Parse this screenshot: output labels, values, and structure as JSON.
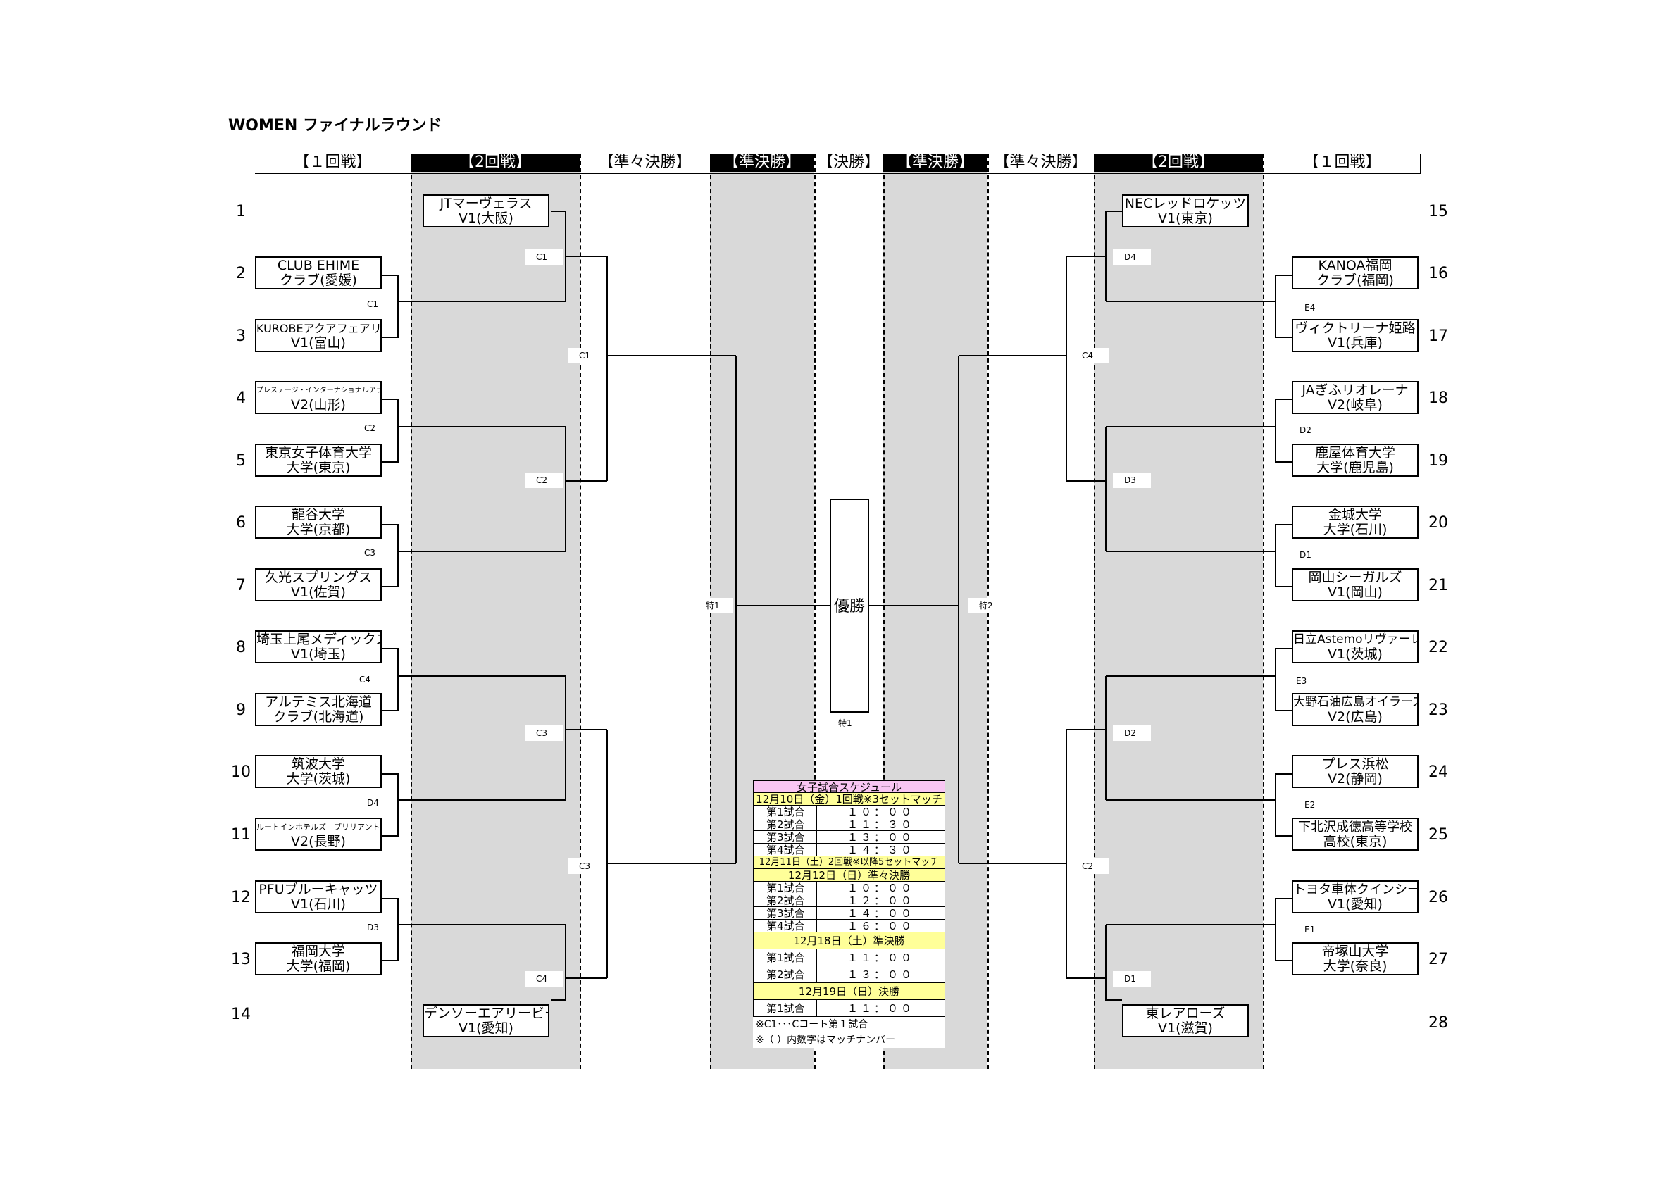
{
  "title": "WOMEN ファイナルラウンド",
  "headers": {
    "r1_left": "【１回戦】",
    "r2_left": "【2回戦】",
    "qf_left": "【準々決勝】",
    "sf_left": "【準決勝】",
    "final": "【決勝】",
    "sf_right": "【準決勝】",
    "qf_right": "【準々決勝】",
    "r2_right": "【2回戦】",
    "r1_right": "【１回戦】"
  },
  "numbers": [
    "1",
    "2",
    "3",
    "4",
    "5",
    "6",
    "7",
    "8",
    "9",
    "10",
    "11",
    "12",
    "13",
    "14",
    "15",
    "16",
    "17",
    "18",
    "19",
    "20",
    "21",
    "22",
    "23",
    "24",
    "25",
    "26",
    "27",
    "28"
  ],
  "teams": {
    "t1": [
      "JTマーヴェラス",
      "V1(大阪)"
    ],
    "t2": [
      "CLUB EHIME",
      "クラブ(愛媛)"
    ],
    "t3": [
      "KUROBEアクアフェアリーズ",
      "V1(富山)"
    ],
    "t4": [
      "プレステージ・インターナショナルアランマーレ",
      "V2(山形)"
    ],
    "t5": [
      "東京女子体育大学",
      "大学(東京)"
    ],
    "t6": [
      "龍谷大学",
      "大学(京都)"
    ],
    "t7": [
      "久光スプリングス",
      "V1(佐賀)"
    ],
    "t8": [
      "埼玉上尾メディックス",
      "V1(埼玉)"
    ],
    "t9": [
      "アルテミス北海道",
      "クラブ(北海道)"
    ],
    "t10": [
      "筑波大学",
      "大学(茨城)"
    ],
    "t11": [
      "ルートインホテルズ　ブリリアントアリーズ",
      "V2(長野)"
    ],
    "t12": [
      "PFUブルーキャッツ",
      "V1(石川)"
    ],
    "t13": [
      "福岡大学",
      "大学(福岡)"
    ],
    "t14": [
      "デンソーエアリービーズ",
      "V1(愛知)"
    ],
    "t15": [
      "NECレッドロケッツ",
      "V1(東京)"
    ],
    "t16": [
      "KANOA福岡",
      "クラブ(福岡)"
    ],
    "t17": [
      "ヴィクトリーナ姫路",
      "V1(兵庫)"
    ],
    "t18": [
      "JAぎふリオレーナ",
      "V2(岐阜)"
    ],
    "t19": [
      "鹿屋体育大学",
      "大学(鹿児島)"
    ],
    "t20": [
      "金城大学",
      "大学(石川)"
    ],
    "t21": [
      "岡山シーガルズ",
      "V1(岡山)"
    ],
    "t22": [
      "日立Astemoリヴァーレ",
      "V1(茨城)"
    ],
    "t23": [
      "大野石油広島オイラーズ",
      "V2(広島)"
    ],
    "t24": [
      "プレス浜松",
      "V2(静岡)"
    ],
    "t25": [
      "下北沢成徳高等学校",
      "高校(東京)"
    ],
    "t26": [
      "トヨタ車体クインシーズ",
      "V1(愛知)"
    ],
    "t27": [
      "帝塚山大学",
      "大学(奈良)"
    ],
    "t28": [
      "東レアローズ",
      "V1(滋賀)"
    ]
  },
  "match_labels": {
    "r1_c1": "C1",
    "r1_c2": "C2",
    "r1_c3": "C3",
    "r1_c4": "C4",
    "r1_d4": "D4",
    "r1_d3": "D3",
    "r2_c1": "C1",
    "r2_c2": "C2",
    "r2_c3": "C3",
    "r2_c4": "C4",
    "qf_c1": "C1",
    "qf_c3": "C3",
    "sf_l": "特1",
    "final": "特1",
    "r_e4": "E4",
    "r_d2": "D2",
    "r_d1": "D1",
    "r_e3": "E3",
    "r_e2": "E2",
    "r_e1": "E1",
    "r2r_d4": "D4",
    "r2r_d3": "D3",
    "r2r_d2": "D2",
    "r2r_d1": "D1",
    "qfr_c4": "C4",
    "qfr_c2": "C2",
    "sf_r": "特2"
  },
  "champion": "優勝",
  "schedule": {
    "title": "女子試合スケジュール",
    "day1": "12月10日（金）1回戦※3セットマッチ",
    "day1_rows": [
      [
        "第1試合",
        "１０：００"
      ],
      [
        "第2試合",
        "１１：３０"
      ],
      [
        "第3試合",
        "１３：００"
      ],
      [
        "第4試合",
        "１４：３０"
      ]
    ],
    "day2a": "12月11日（土）2回戦※以降5セットマッチ",
    "day2b": "12月12日（日）準々決勝",
    "day2_rows": [
      [
        "第1試合",
        "１０：００"
      ],
      [
        "第2試合",
        "１２：００"
      ],
      [
        "第3試合",
        "１４：００"
      ],
      [
        "第4試合",
        "１６：００"
      ]
    ],
    "day3": "12月18日（土）準決勝",
    "day3_rows": [
      [
        "第1試合",
        "１１：００"
      ],
      [
        "第2試合",
        "１３：００"
      ]
    ],
    "day4": "12月19日（日）決勝",
    "day4_rows": [
      [
        "第1試合",
        "１１：００"
      ]
    ],
    "note1": "※C1･･･Cコート第１試合",
    "note2": "※（ ）内数字はマッチナンバー"
  }
}
